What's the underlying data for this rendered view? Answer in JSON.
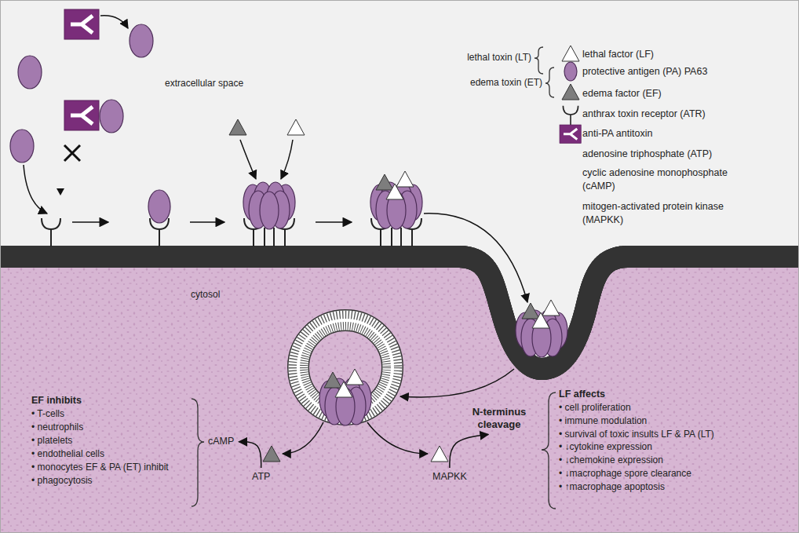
{
  "diagram": {
    "nodes": [
      {
        "text": [
          "N-terminus cleavage"
        ]
      },
      {
        "text": [
          "cAMP"
        ]
      },
      {
        "text": [
          "ATP"
        ]
      },
      {
        "text": [
          "MAPKK"
        ]
      }
    ],
    "edges": [
      {
        "from": 3,
        "to": 0,
        "arrow": "to"
      },
      {
        "from": 2,
        "to": 1,
        "arrow": "to"
      }
    ],
    "labels": [
      "extracellular space",
      "cytosol",
      "lethal toxin (LT)",
      "edema toxin (ET)",
      "EF inhibits",
      "• T-cells",
      "• neutrophils",
      "• platelets",
      "• endothelial cells",
      "• monocytes EF & PA (ET) inhibit",
      "• phagocytosis",
      "LF affects",
      "• cell proliferation",
      "• immune modulation",
      "• survival of toxic insults LF & PA (LT)",
      "• ↓cytokine expression",
      "• ↓chemokine expression",
      "• ↓macrophage spore clearance",
      "• ↑macrophage apoptosis"
    ],
    "legend": [
      {
        "text": "lethal factor (LF)"
      },
      {
        "text": "protective antigen (PA) PA63"
      },
      {
        "text": "edema factor (EF)"
      },
      {
        "text": "anthrax toxin receptor (ATR)"
      },
      {
        "text": "anti-PA antitoxin"
      },
      {
        "text": "adenosine triphosphate (ATP)"
      },
      {
        "text": "cyclic adenosine monophosphate (cAMP)"
      },
      {
        "text": "mitogen-activated protein kinase (MAPKK)"
      }
    ]
  }
}
